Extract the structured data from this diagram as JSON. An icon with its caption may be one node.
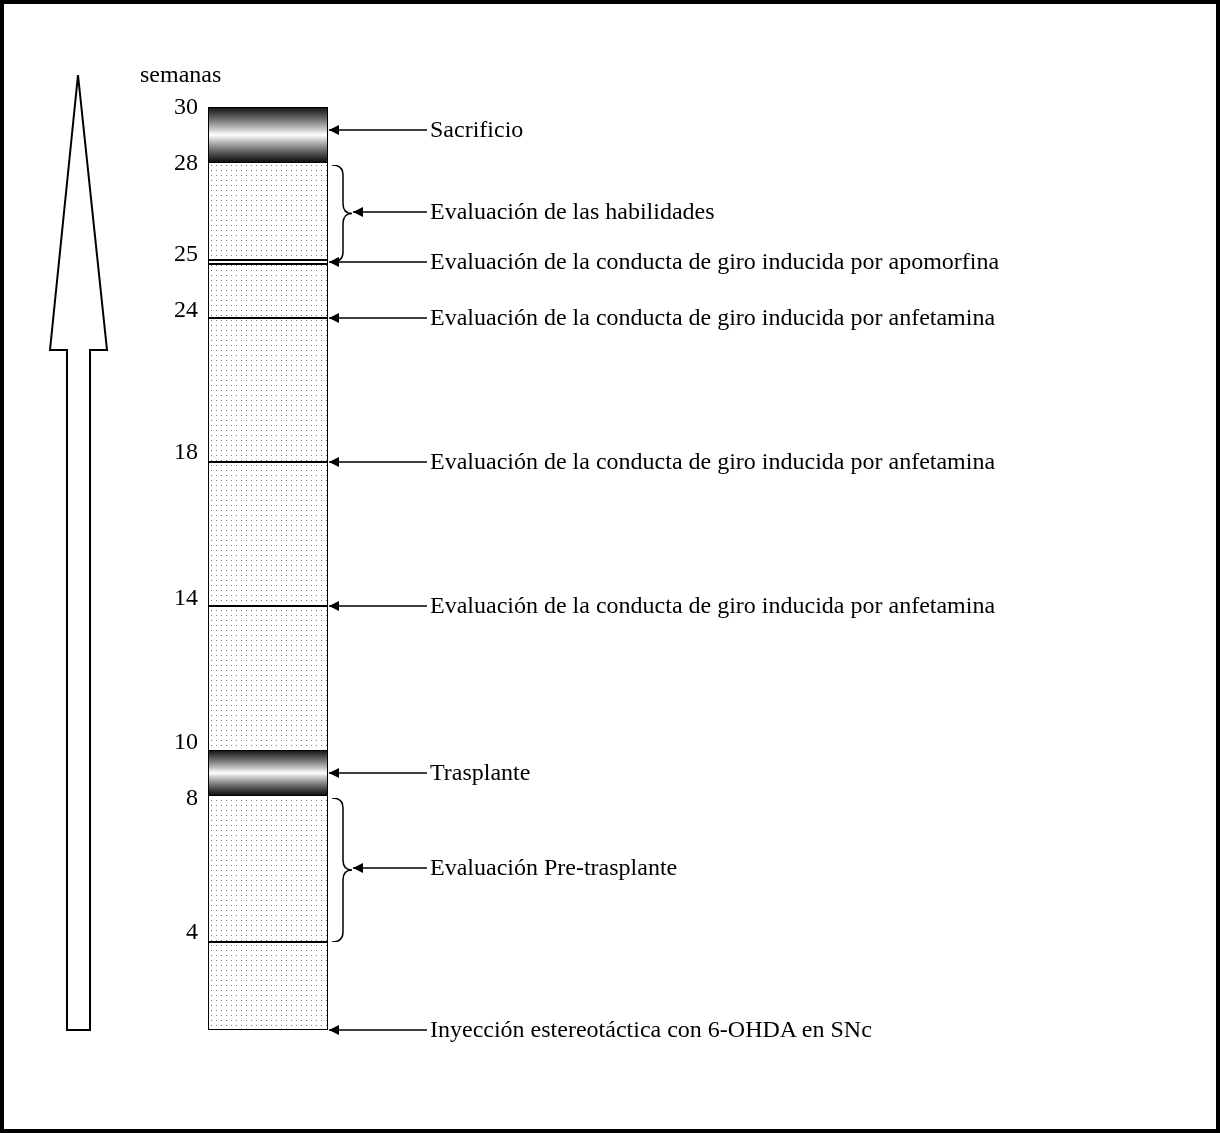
{
  "diagram": {
    "nodes": [
      {
        "text": [],
        "shape": "bar"
      },
      {
        "text": [],
        "shape": "bar",
        "in": 0
      },
      {
        "text": [],
        "shape": "brace"
      },
      {
        "text": [],
        "shape": "line",
        "in": 0
      },
      {
        "text": [],
        "shape": "line",
        "in": 0
      },
      {
        "text": [],
        "shape": "line",
        "in": 0
      },
      {
        "text": [],
        "shape": "line",
        "in": 0
      },
      {
        "text": [],
        "shape": "bar",
        "in": 0
      },
      {
        "text": [],
        "shape": "brace"
      },
      {
        "text": [],
        "shape": "line",
        "in": 0
      },
      {
        "text": [
          "Sacrificio"
        ]
      },
      {
        "text": [
          "Evaluación de las habilidades"
        ]
      },
      {
        "text": [
          "Evaluación de la conducta de giro inducida por apomorfina"
        ]
      },
      {
        "text": [
          "Evaluación de la conducta de giro inducida por anfetamina"
        ]
      },
      {
        "text": [
          "Evaluación de la conducta de giro inducida por anfetamina"
        ]
      },
      {
        "text": [
          "Evaluación de la conducta de giro inducida por anfetamina"
        ]
      },
      {
        "text": [
          "Trasplante"
        ]
      },
      {
        "text": [
          "Evaluación Pre-trasplante"
        ]
      },
      {
        "text": [
          "Inyección estereotáctica con 6-OHDA en SNc"
        ]
      }
    ],
    "edges": [
      {
        "from": 10,
        "to": 1,
        "arrow": "to"
      },
      {
        "from": 11,
        "to": 2,
        "arrow": "to"
      },
      {
        "from": 12,
        "to": 3,
        "arrow": "to"
      },
      {
        "from": 13,
        "to": 4,
        "arrow": "to"
      },
      {
        "from": 14,
        "to": 5,
        "arrow": "to"
      },
      {
        "from": 15,
        "to": 6,
        "arrow": "to"
      },
      {
        "from": 16,
        "to": 7,
        "arrow": "to"
      },
      {
        "from": 17,
        "to": 8,
        "arrow": "to"
      },
      {
        "from": 18,
        "to": 0,
        "arrow": "to"
      }
    ],
    "labels": [
      "semanas",
      "30",
      "28",
      "25",
      "24",
      "18",
      "14",
      "10",
      "8",
      "4"
    ]
  }
}
